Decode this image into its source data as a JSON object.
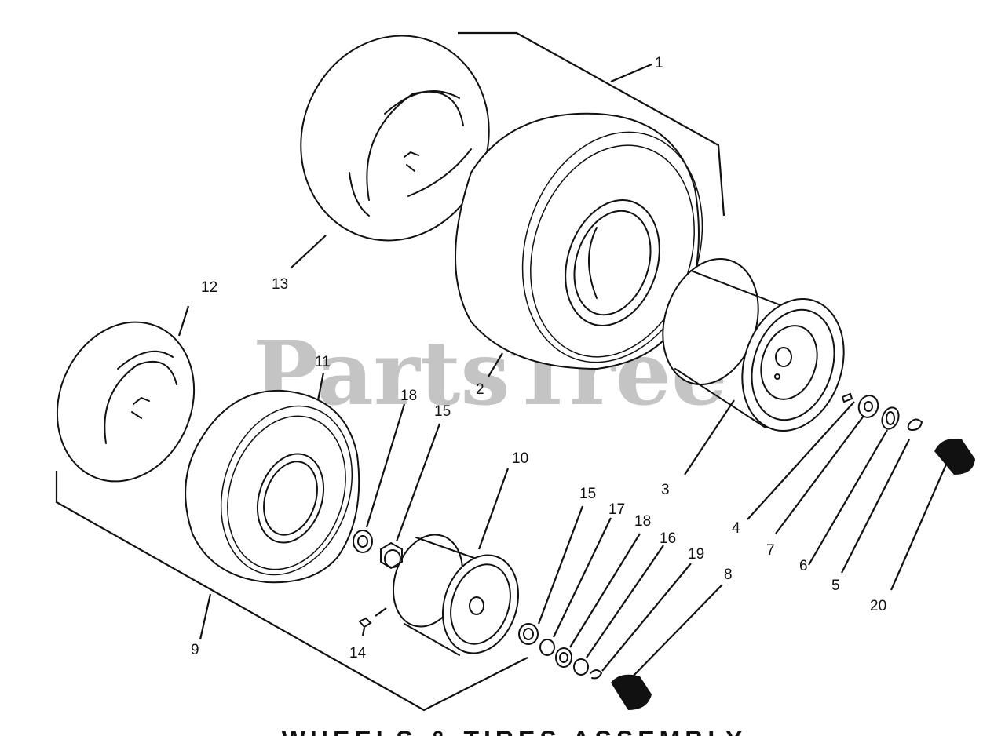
{
  "watermark": "PartsTree",
  "callouts": [
    "1",
    "2",
    "3",
    "4",
    "5",
    "6",
    "7",
    "8",
    "9",
    "10",
    "11",
    "12",
    "13",
    "14",
    "15",
    "15",
    "16",
    "17",
    "18",
    "18",
    "19",
    "20"
  ],
  "footer_title": "WHEELS & TIRES ASSEMBLY"
}
